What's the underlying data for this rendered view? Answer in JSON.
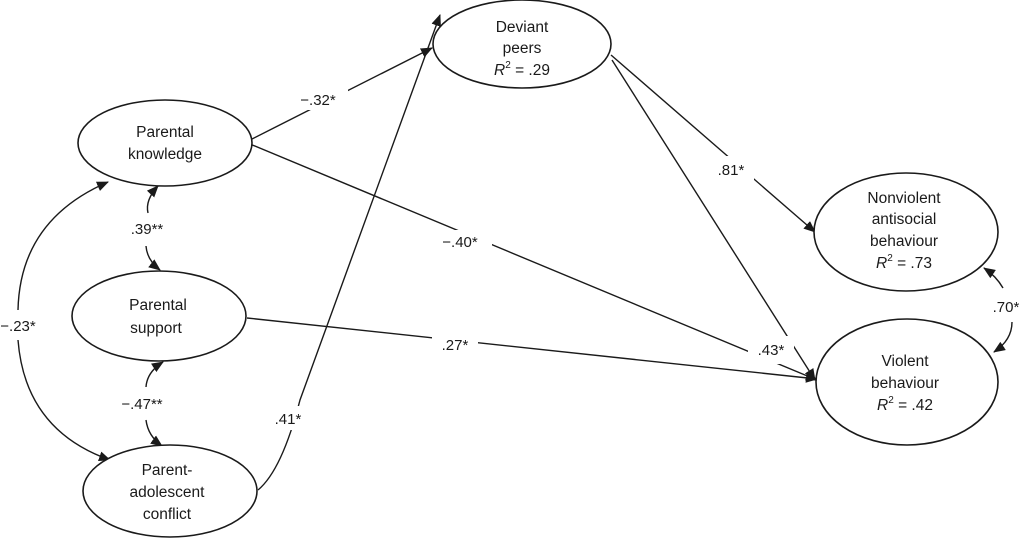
{
  "nodes": {
    "parental_knowledge": {
      "line1": "Parental",
      "line2": "knowledge"
    },
    "parental_support": {
      "line1": "Parental",
      "line2": "support"
    },
    "parent_conflict": {
      "line1": "Parent-",
      "line2": "adolescent",
      "line3": "conflict"
    },
    "deviant_peers": {
      "line1": "Deviant",
      "line2": "peers",
      "r2_label": "R",
      "r2_sup": "2",
      "r2_value": " = .29"
    },
    "nonviolent": {
      "line1": "Nonviolent",
      "line2": "antisocial",
      "line3": "behaviour",
      "r2_label": "R",
      "r2_sup": "2",
      "r2_value": " = .73"
    },
    "violent": {
      "line1": "Violent",
      "line2": "behaviour",
      "r2_label": "R",
      "r2_sup": "2",
      "r2_value": " = .42"
    }
  },
  "paths": {
    "pk_dp": "−.32*",
    "pk_violent": "−.40*",
    "ps_violent": ".27*",
    "pac_dp": ".41*",
    "dp_nonviolent": ".81*",
    "dp_violent": ".43*"
  },
  "correlations": {
    "pk_ps": ".39**",
    "ps_pac": "−.47**",
    "pk_pac": "−.23*",
    "nonviolent_violent": ".70*"
  }
}
